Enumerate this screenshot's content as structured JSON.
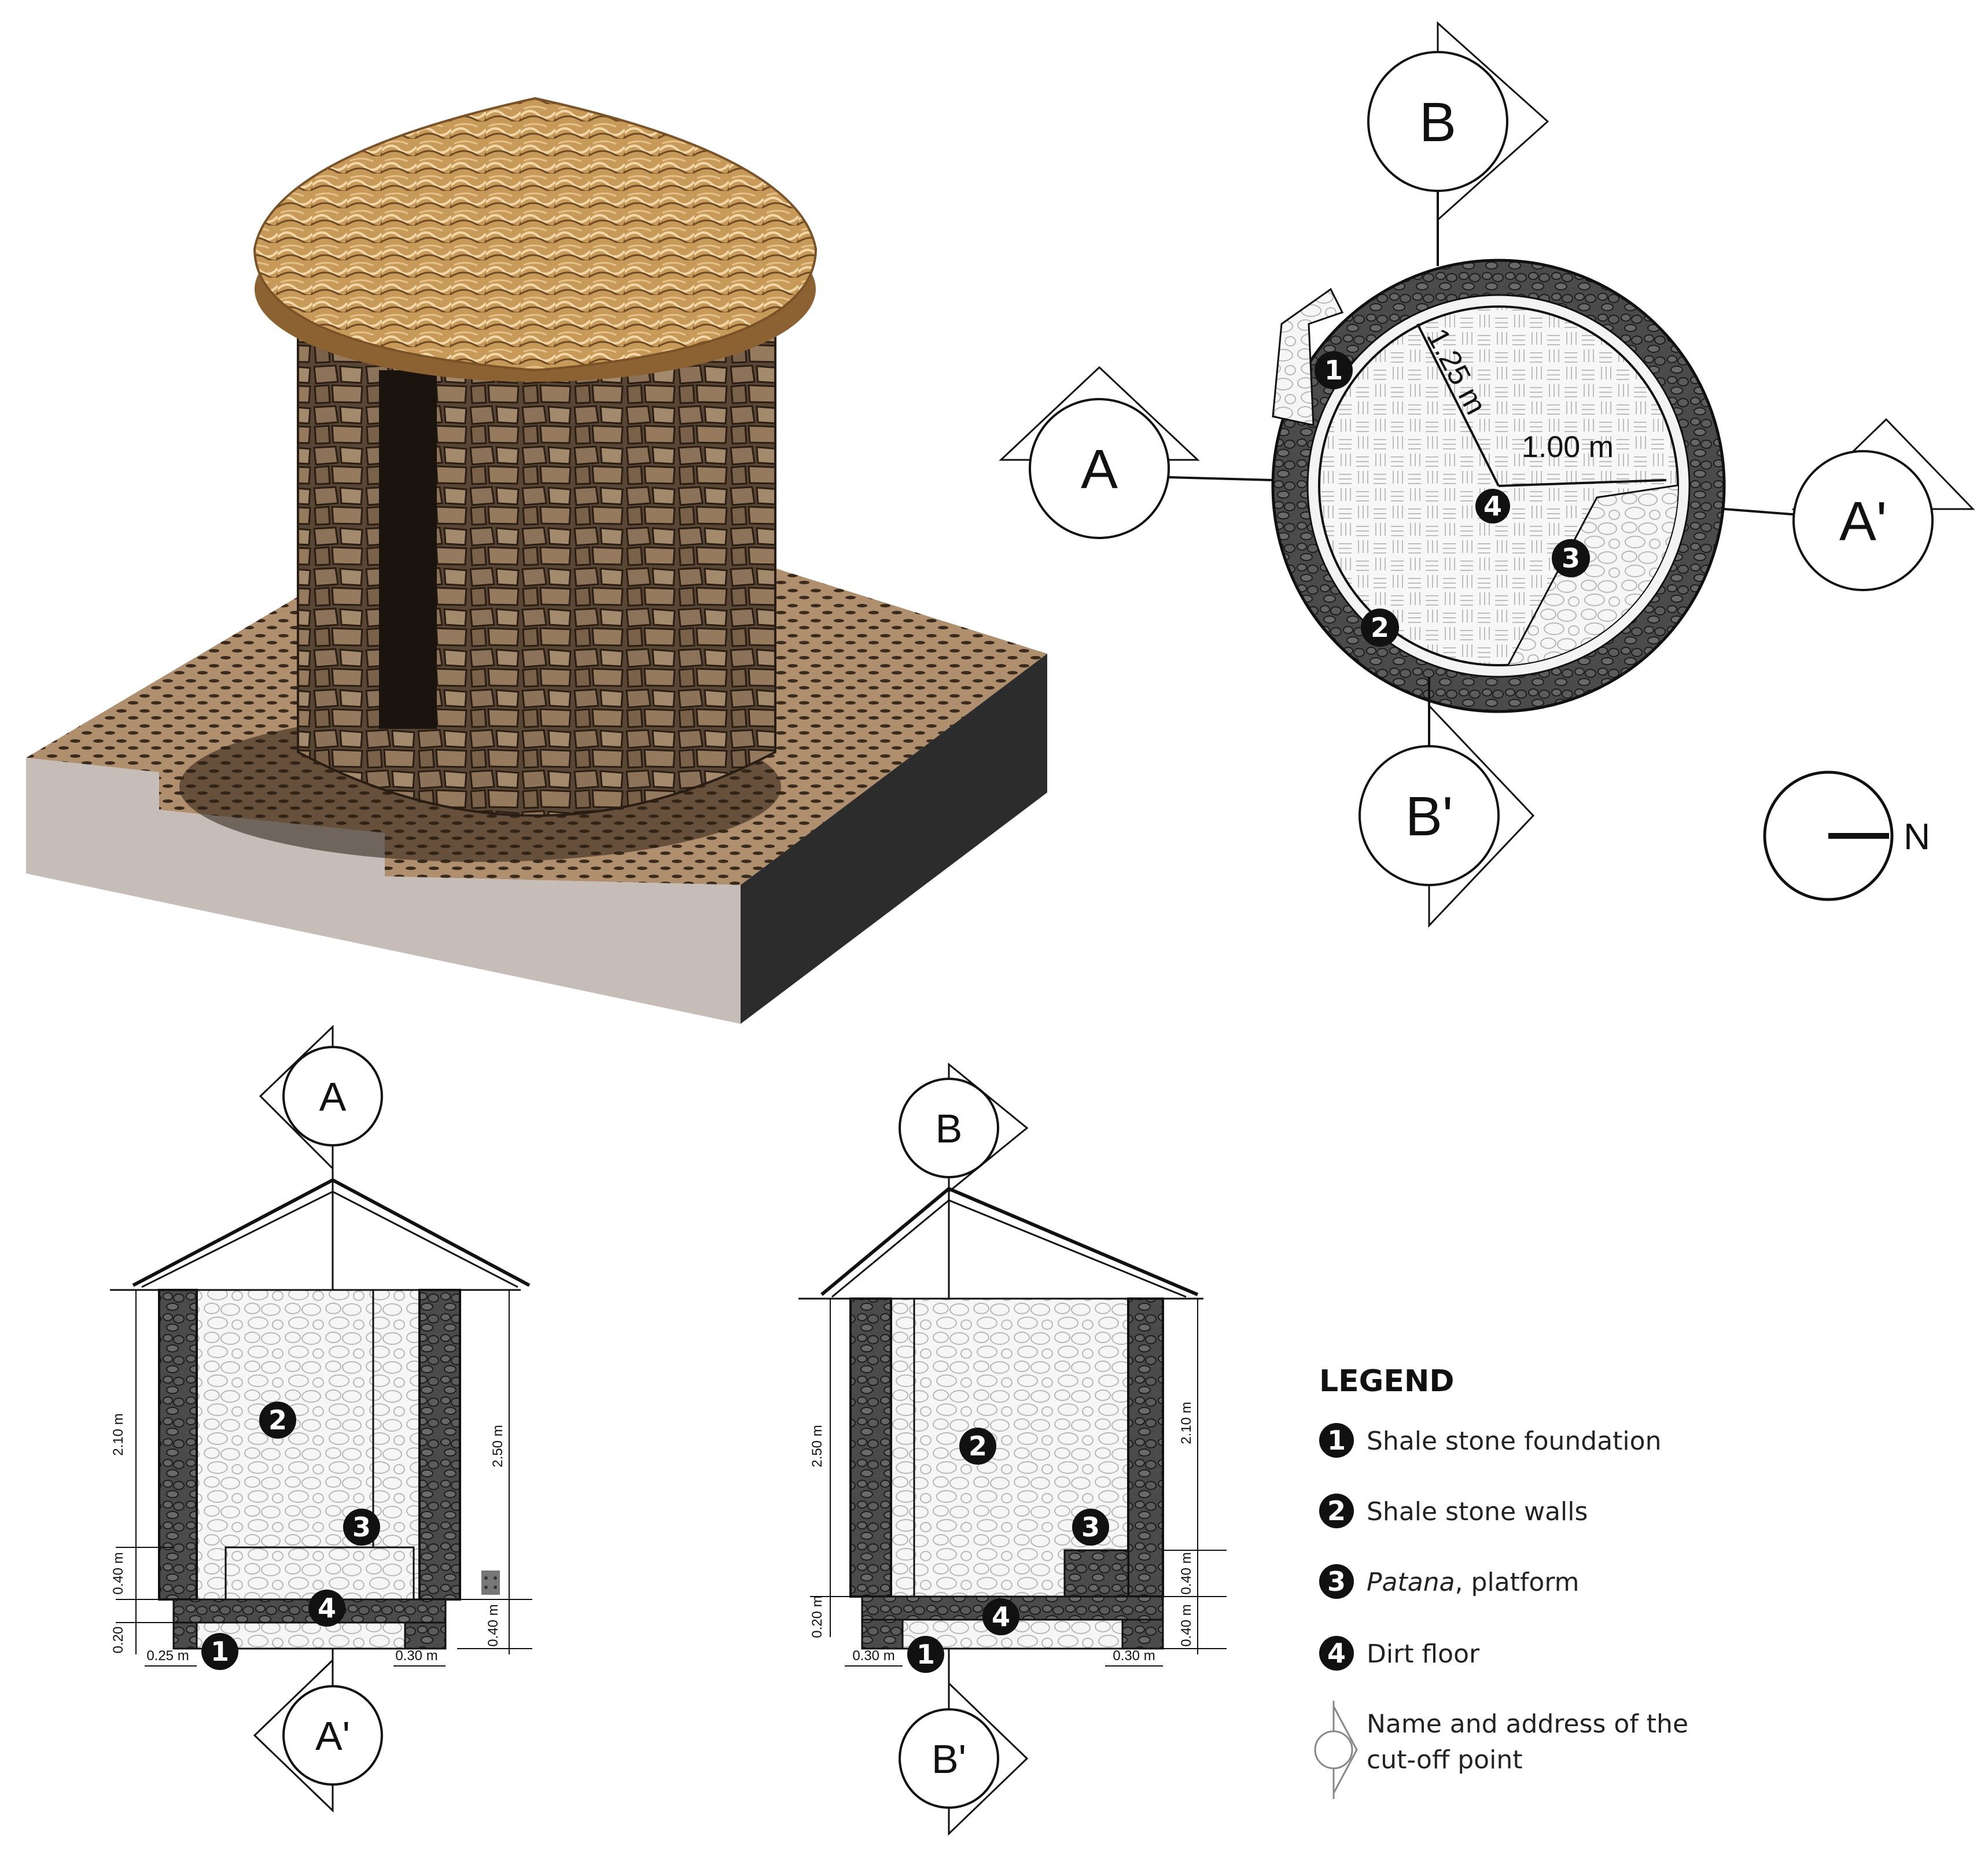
{
  "iso_view": {
    "colors": {
      "roof": "#c89a5a",
      "wall": "#6e5842",
      "ground": "#a4876a",
      "base": "#c6bcb8",
      "base_dark": "#2c2c2c"
    }
  },
  "plan": {
    "sections": {
      "a": "A",
      "a_prime": "A'",
      "b": "B",
      "b_prime": "B'"
    },
    "dims": {
      "outer": "1.25 m",
      "inner": "1.00 m"
    },
    "badges": [
      "1",
      "2",
      "3",
      "4"
    ],
    "north_label": "N"
  },
  "section_a": {
    "top_label": "A",
    "bottom_label": "A'",
    "dims": {
      "wall_height": "2.10 m",
      "total_height": "2.50 m",
      "platform": "0.40 m",
      "floor": "0.20",
      "foundation_right": "0.40 m",
      "left_wall": "0.25 m",
      "right_wall": "0.30 m"
    },
    "badges": [
      "1",
      "2",
      "3",
      "4"
    ]
  },
  "section_b": {
    "top_label": "B",
    "bottom_label": "B'",
    "dims": {
      "total_height": "2.50 m",
      "wall_height": "2.10 m",
      "platform": "0.40 m",
      "floor": "0.20 m",
      "foundation_right": "0.40 m",
      "left_wall": "0.30 m",
      "right_wall": "0.30 m"
    },
    "badges": [
      "1",
      "2",
      "3",
      "4"
    ]
  },
  "legend": {
    "title": "LEGEND",
    "items": [
      {
        "num": "1",
        "label": "Shale stone foundation"
      },
      {
        "num": "2",
        "label": "Shale stone walls"
      },
      {
        "num": "3",
        "label_italic": "Patana",
        "label": ", platform"
      },
      {
        "num": "4",
        "label": "Dirt floor"
      }
    ],
    "cutoff_label_line1": "Name and address of the",
    "cutoff_label_line2": "cut-off point"
  }
}
